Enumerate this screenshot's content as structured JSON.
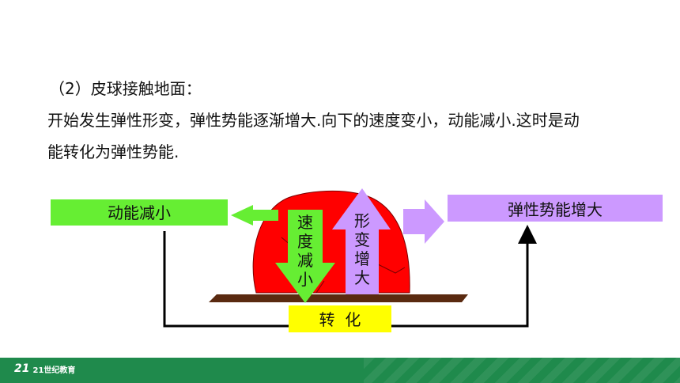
{
  "text": {
    "line1": "（2）皮球接触地面：",
    "line2": "开始发生弹性形变，弹性势能逐渐增大.向下的速度变小，动能减小.这时是动",
    "line3": "能转化为弹性势能."
  },
  "diagram": {
    "left_box": "动能减小",
    "right_box": "弹性势能增大",
    "bottom_box": "转  化",
    "down_arrow_chars": [
      "速",
      "度",
      "减",
      "小"
    ],
    "up_arrow_chars": [
      "形",
      "变",
      "增",
      "大"
    ]
  },
  "colors": {
    "green_box": "#66ee33",
    "purple_box": "#cc99ff",
    "yellow_box": "#ffff00",
    "ball": "#ff0000",
    "ground": "#5a2a10",
    "footer": "#1f8a4c"
  },
  "footer": {
    "logo_mark": "21",
    "logo_text": "21世纪教育"
  }
}
